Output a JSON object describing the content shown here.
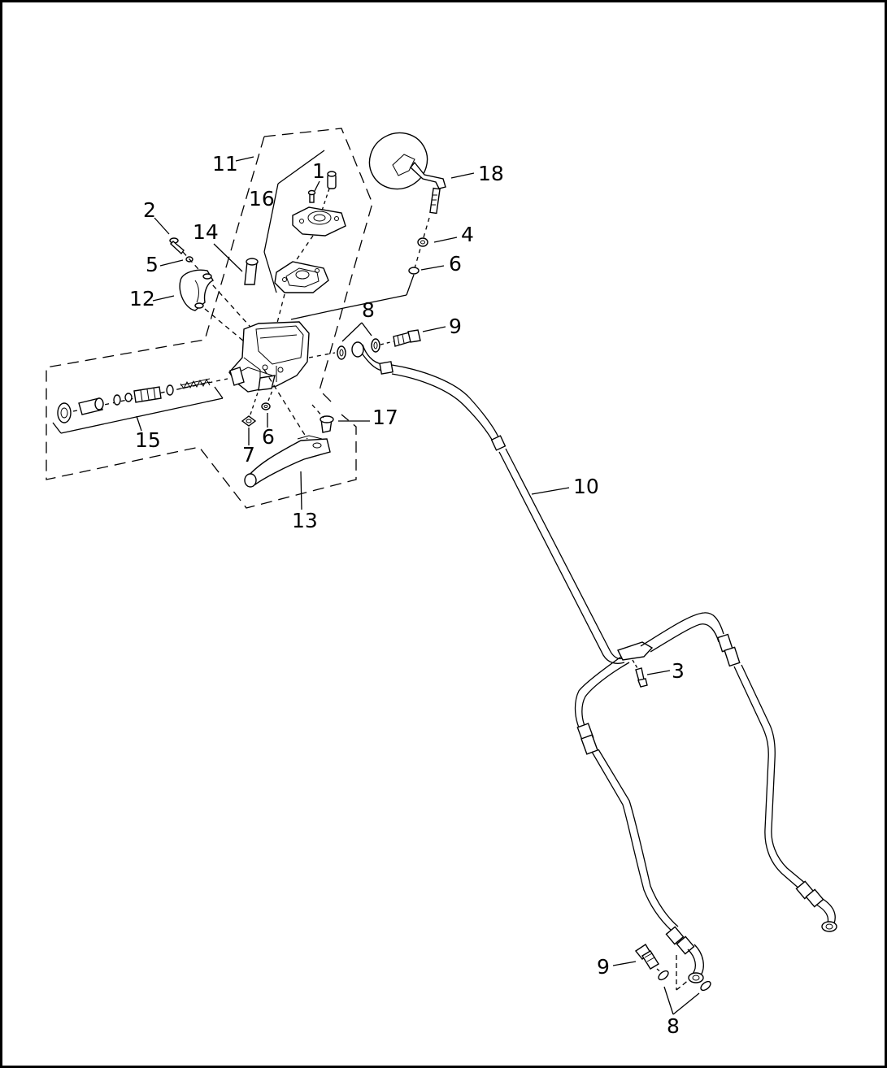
{
  "diagram": {
    "callouts": {
      "c1": "1",
      "c2": "2",
      "c3": "3",
      "c4": "4",
      "c5": "5",
      "c6a": "6",
      "c6b": "6",
      "c7": "7",
      "c8a": "8",
      "c8b": "8",
      "c9a": "9",
      "c9b": "9",
      "c10": "10",
      "c11": "11",
      "c12": "12",
      "c13": "13",
      "c14": "14",
      "c15": "15",
      "c16": "16",
      "c17": "17",
      "c18": "18"
    }
  }
}
